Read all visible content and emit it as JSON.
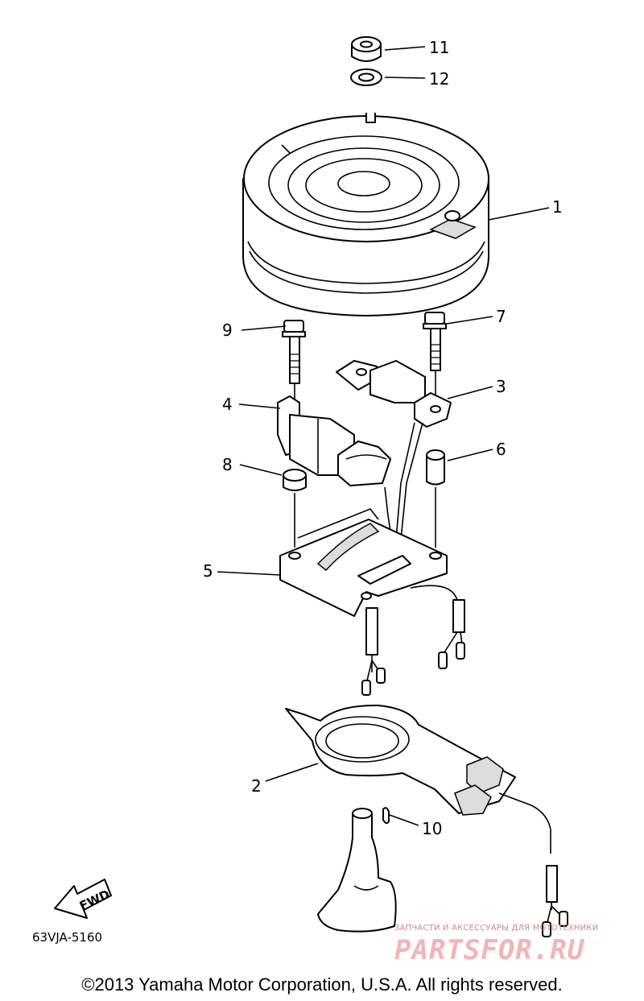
{
  "callouts": {
    "c1": "1",
    "c2": "2",
    "c3": "3",
    "c4": "4",
    "c5": "5",
    "c6": "6",
    "c7": "7",
    "c8": "8",
    "c9": "9",
    "c10": "10",
    "c11": "11",
    "c12": "12"
  },
  "fwd_label": "FWD",
  "diagram_code": "63VJA-5160",
  "copyright": "©2013 Yamaha Motor Corporation, U.S.A. All rights reserved.",
  "watermark": {
    "caption": "ЗАПЧАСТИ И АКСЕССУАРЫ ДЛЯ МОТОТЕХНИКИ",
    "logo": "PARTSFOR.RU"
  }
}
